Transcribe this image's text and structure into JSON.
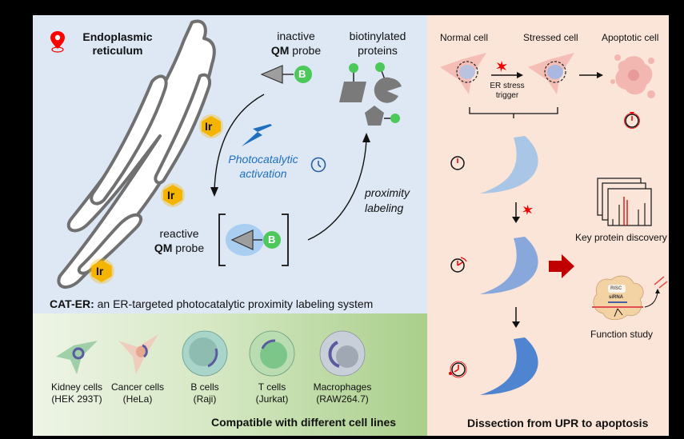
{
  "er_panel": {
    "er_label_line1": "Endoplasmic",
    "er_label_line2": "reticulum",
    "ir_label": "Ir",
    "inactive_probe_line1": "inactive",
    "inactive_probe_bold": "QM",
    "inactive_probe_rest": " probe",
    "biotinylated_line1": "biotinylated",
    "biotinylated_line2": "proteins",
    "biotin_label": "B",
    "photocatalytic_line1": "Photocatalytic",
    "photocatalytic_line2": "activation",
    "proximity_line1": "proximity",
    "proximity_line2": "labeling",
    "reactive_probe_line1": "reactive",
    "reactive_probe_bold": "QM",
    "reactive_probe_rest": " probe",
    "caption_bold": "CAT-ER:",
    "caption_rest": " an ER-targeted photocatalytic proximity labeling system"
  },
  "cell_lines_panel": {
    "cells": [
      {
        "name": "Kidney cells",
        "line": "(HEK 293T)",
        "color": "#8cc79a"
      },
      {
        "name": "Cancer cells",
        "line": "(HeLa)",
        "color": "#f2c4b8"
      },
      {
        "name": "B cells",
        "line": "(Raji)",
        "color": "#a9d4c9"
      },
      {
        "name": "T cells",
        "line": "(Jurkat)",
        "color": "#b9ddb0"
      },
      {
        "name": "Macrophages",
        "line": "(RAW264.7)",
        "color": "#c9cfd8"
      }
    ],
    "caption": "Compatible with different cell lines"
  },
  "upr_panel": {
    "normal_cell": "Normal  cell",
    "stressed_cell": "Stressed cell",
    "apoptotic_cell": "Apoptotic cell",
    "trigger_line1": "ER stress",
    "trigger_line2": "trigger",
    "key_protein": "Key protein discovery",
    "risc_label": "RISC",
    "sirna_label": "siRNA",
    "function_study": "Function study",
    "caption": "Dissection from UPR to apoptosis"
  },
  "colors": {
    "blue_panel": "#dde8f4",
    "pink_panel": "#fbe4d8",
    "biotin_green": "#4cc95a",
    "ir_orange": "#f5b400",
    "accent_red": "#c00000",
    "photo_blue": "#1f6fbf",
    "er_blue_light": "#a9c6e6",
    "er_blue_mid": "#88a8dc",
    "er_blue_dark": "#4f84d0"
  }
}
